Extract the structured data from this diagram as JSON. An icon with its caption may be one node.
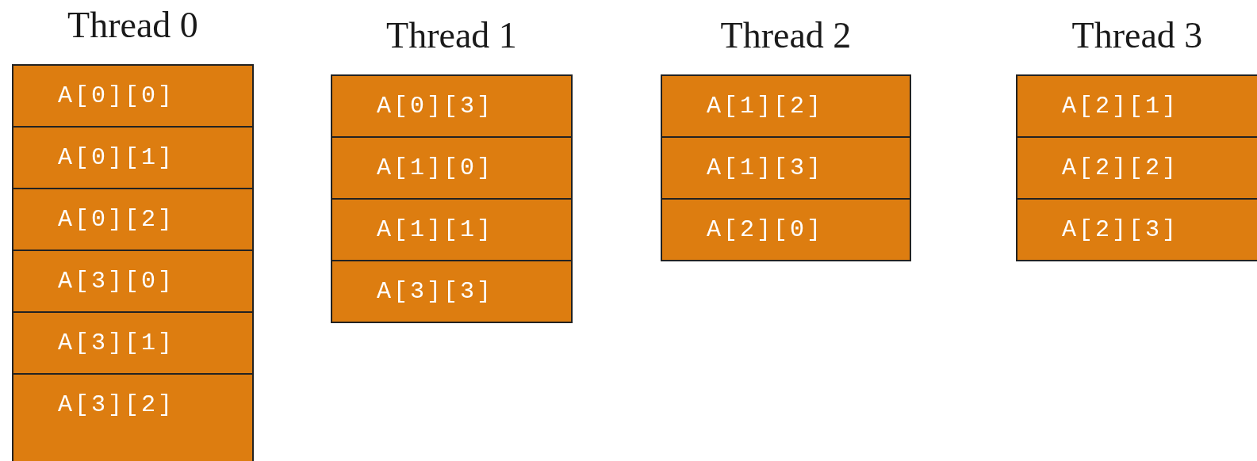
{
  "diagram": {
    "nodes": [
      {
        "text": [
          "Thread 0"
        ]
      },
      {
        "text": [
          "A[0][0]"
        ],
        "in": 0
      },
      {
        "text": [
          "A[0][1]"
        ],
        "in": 0
      },
      {
        "text": [
          "A[0][2]"
        ],
        "in": 0
      },
      {
        "text": [
          "A[3][0]"
        ],
        "in": 0
      },
      {
        "text": [
          "A[3][1]"
        ],
        "in": 0
      },
      {
        "text": [
          "A[3][2]"
        ],
        "in": 0
      },
      {
        "text": [
          "Thread 1"
        ]
      },
      {
        "text": [
          "A[0][3]"
        ],
        "in": 7
      },
      {
        "text": [
          "A[1][0]"
        ],
        "in": 7
      },
      {
        "text": [
          "A[1][1]"
        ],
        "in": 7
      },
      {
        "text": [
          "A[3][3]"
        ],
        "in": 7
      },
      {
        "text": [
          "Thread 2"
        ]
      },
      {
        "text": [
          "A[1][2]"
        ],
        "in": 12
      },
      {
        "text": [
          "A[1][3]"
        ],
        "in": 12
      },
      {
        "text": [
          "A[2][0]"
        ],
        "in": 12
      },
      {
        "text": [
          "Thread 3"
        ]
      },
      {
        "text": [
          "A[2][1]"
        ],
        "in": 16
      },
      {
        "text": [
          "A[2][2]"
        ],
        "in": 16
      },
      {
        "text": [
          "A[2][3]"
        ],
        "in": 16
      }
    ],
    "edges": []
  }
}
